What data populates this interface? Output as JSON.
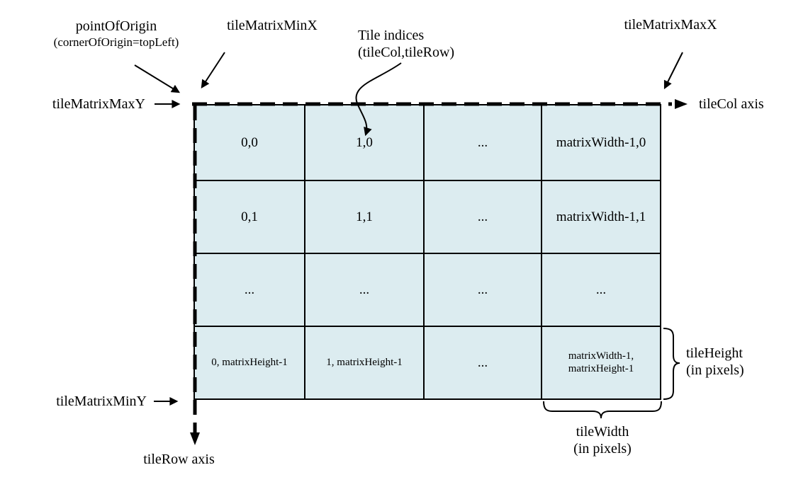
{
  "diagram": {
    "labels": {
      "pointOfOrigin": "pointOfOrigin",
      "cornerOfOrigin": "(cornerOfOrigin=topLeft)",
      "tileMatrixMinX": "tileMatrixMinX",
      "tileIndicesLine1": "Tile indices",
      "tileIndicesLine2": "(tileCol,tileRow)",
      "tileMatrixMaxX": "tileMatrixMaxX",
      "tileMatrixMaxY": "tileMatrixMaxY",
      "tileColAxis": "tileCol axis",
      "tileMatrixMinY": "tileMatrixMinY",
      "tileRowAxis": "tileRow axis",
      "tileHeightLine1": "tileHeight",
      "tileHeightLine2": "(in pixels)",
      "tileWidthLine1": "tileWidth",
      "tileWidthLine2": "(in pixels)"
    },
    "grid": {
      "columns": 4,
      "rowsCount": 4,
      "rows": [
        [
          "0,0",
          "1,0",
          "...",
          "matrixWidth-1,0"
        ],
        [
          "0,1",
          "1,1",
          "...",
          "matrixWidth-1,1"
        ],
        [
          "...",
          "...",
          "...",
          "..."
        ],
        [
          "0, matrixHeight-1",
          "1, matrixHeight-1",
          "...",
          "matrixWidth-1,\nmatrixHeight-1"
        ]
      ]
    },
    "colors": {
      "tileFill": "#dcecf0",
      "line": "#000000"
    }
  }
}
